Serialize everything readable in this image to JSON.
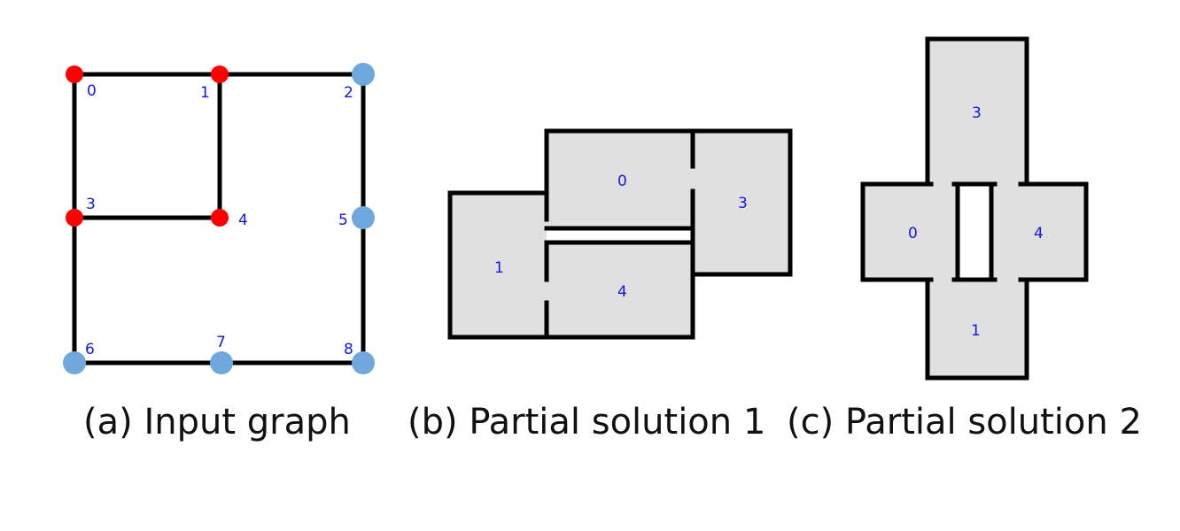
{
  "colors": {
    "fixed_node": "#ff0000",
    "free_node": "#6fa8dc",
    "edge": "#000000",
    "label": "#1515ee",
    "room_fill": "#e0e0e0"
  },
  "panel_a": {
    "caption": "(a) Input graph",
    "nodes": [
      {
        "id": "0",
        "type": "fixed"
      },
      {
        "id": "1",
        "type": "fixed"
      },
      {
        "id": "2",
        "type": "free"
      },
      {
        "id": "3",
        "type": "fixed"
      },
      {
        "id": "4",
        "type": "fixed"
      },
      {
        "id": "5",
        "type": "free"
      },
      {
        "id": "6",
        "type": "free"
      },
      {
        "id": "7",
        "type": "free"
      },
      {
        "id": "8",
        "type": "free"
      }
    ],
    "edges": [
      [
        "0",
        "1"
      ],
      [
        "1",
        "2"
      ],
      [
        "0",
        "3"
      ],
      [
        "1",
        "4"
      ],
      [
        "3",
        "4"
      ],
      [
        "2",
        "5"
      ],
      [
        "3",
        "6"
      ],
      [
        "5",
        "8"
      ],
      [
        "6",
        "7"
      ],
      [
        "7",
        "8"
      ]
    ]
  },
  "panel_b": {
    "caption": "(b) Partial solution 1",
    "rooms": [
      "0",
      "1",
      "3",
      "4"
    ]
  },
  "panel_c": {
    "caption": "(c) Partial solution 2",
    "rooms": [
      "3",
      "0",
      "4",
      "1"
    ]
  }
}
